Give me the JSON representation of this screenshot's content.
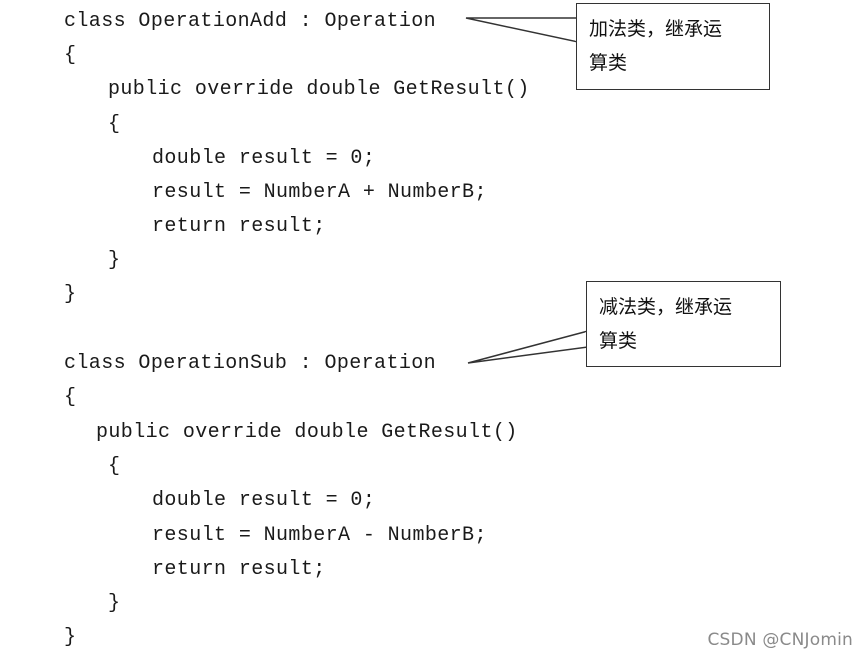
{
  "code": {
    "add_class": {
      "header": "class OperationAdd : Operation",
      "open_brace": "{",
      "method": "public override double GetResult()",
      "method_open": "{",
      "line1": "double result = 0;",
      "line2": "result = NumberA + NumberB;",
      "line3": "return result;",
      "method_close": "}",
      "close_brace": "}"
    },
    "sub_class": {
      "header": "class OperationSub : Operation",
      "open_brace": "{",
      "method": "public override double GetResult()",
      "method_open": "{",
      "line1": "double result = 0;",
      "line2": "result = NumberA - NumberB;",
      "line3": "return result;",
      "method_close": "}",
      "close_brace": "}"
    }
  },
  "callouts": {
    "add": {
      "line1": "加法类，继承运",
      "line2": "算类"
    },
    "sub": {
      "line1": "减法类，继承运",
      "line2": "算类"
    }
  },
  "watermark": "CSDN @CNJomin",
  "colors": {
    "text": "#1a1a1a",
    "border": "#333333",
    "watermark": "#8a8a8a",
    "background": "#ffffff"
  }
}
